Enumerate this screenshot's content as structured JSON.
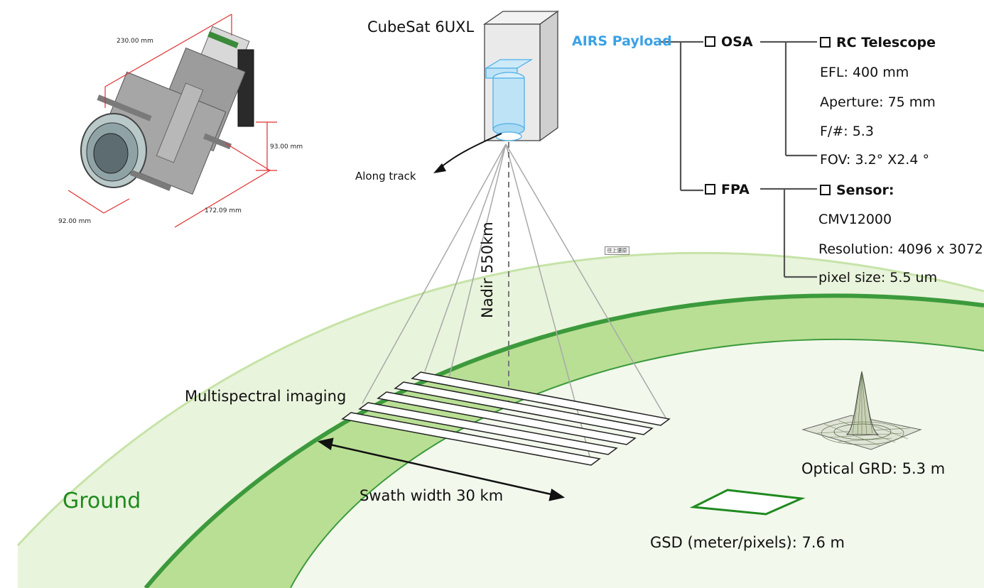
{
  "labels": {
    "cubesat": "CubeSat 6UXL",
    "along_track": "Along track",
    "nadir": "Nadir 550km",
    "multispectral": "Multispectral imaging",
    "swath": "Swath width 30 km",
    "ground": "Ground",
    "optical_grd": "Optical GRD: 5.3 m",
    "gsd": "GSD (meter/pixels): 7.6 m",
    "stamp": "往上還原"
  },
  "dimensions": {
    "d230": "230.00 mm",
    "d93": "93.00 mm",
    "d92": "92.00 mm",
    "d172": "172.09 mm"
  },
  "tree": {
    "root": "AIRS Payload",
    "osa": "OSA",
    "rc_telescope": "RC Telescope",
    "efl": "EFL: 400 mm",
    "aperture": "Aperture: 75 mm",
    "fnum": "F/#: 5.3",
    "fov": "FOV: 3.2° X2.4 °",
    "fpa": "FPA",
    "sensor": "Sensor:",
    "sensor_model": "CMV12000",
    "resolution": "Resolution: 4096 x 3072",
    "pixel_size": "pixel size: 5.5 um"
  },
  "colors": {
    "ground_outer": "#e9f4dc",
    "ground_inner": "#b9df94",
    "ground_edge": "#3c9a3c",
    "payload_blue": "#3aa1e6",
    "dimension_red": "#e03030"
  }
}
